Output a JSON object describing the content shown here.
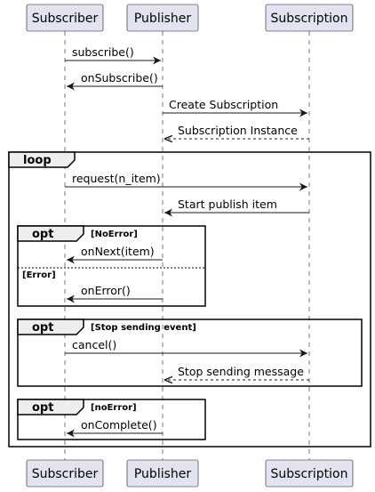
{
  "diagram": {
    "type": "sequence",
    "participants": [
      "Subscriber",
      "Publisher",
      "Subscription"
    ],
    "messages": [
      {
        "from": 0,
        "to": 1,
        "label": "subscribe()",
        "dashed": false
      },
      {
        "from": 1,
        "to": 0,
        "label": "onSubscribe()",
        "dashed": false
      },
      {
        "from": 1,
        "to": 2,
        "label": "Create Subscription",
        "dashed": false
      },
      {
        "from": 2,
        "to": 1,
        "label": "Subscription Instance",
        "dashed": true
      },
      {
        "from": 0,
        "to": 2,
        "label": "request(n_item)",
        "dashed": false
      },
      {
        "from": 2,
        "to": 1,
        "label": "Start publish item",
        "dashed": false
      },
      {
        "from": 1,
        "to": 0,
        "label": "onNext(item)",
        "dashed": false
      },
      {
        "from": 1,
        "to": 0,
        "label": "onError()",
        "dashed": false
      },
      {
        "from": 0,
        "to": 2,
        "label": "cancel()",
        "dashed": false
      },
      {
        "from": 2,
        "to": 1,
        "label": "Stop sending message",
        "dashed": true
      },
      {
        "from": 1,
        "to": 0,
        "label": "onComplete()",
        "dashed": false
      }
    ],
    "fragments": [
      {
        "kind": "loop",
        "guard": ""
      },
      {
        "kind": "opt",
        "guard": "[NoError]",
        "else_guard": "[Error]"
      },
      {
        "kind": "opt",
        "guard": "[Stop sending event]"
      },
      {
        "kind": "opt",
        "guard": "[noError]"
      }
    ]
  }
}
